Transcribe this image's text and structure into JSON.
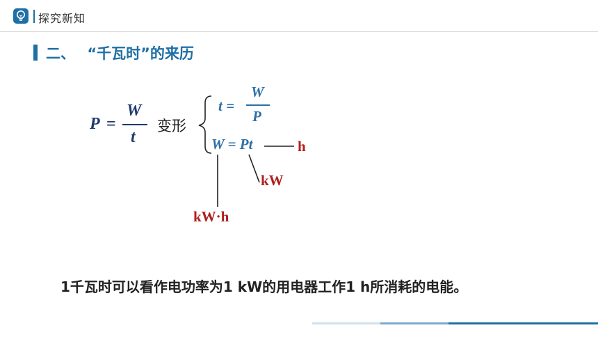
{
  "header": {
    "section_label": "探究新知",
    "icon": "lightbulb-icon",
    "accent": "#1e6fa5"
  },
  "section": {
    "number": "二、",
    "title": "“千瓦时”的来历"
  },
  "formula": {
    "lhs": "P",
    "eq": "=",
    "numerator": "W",
    "denominator": "t",
    "transform_label": "变形",
    "case1_lhs": "t =",
    "case1_num": "W",
    "case1_den": "P",
    "case2": "W = Pt"
  },
  "units": {
    "hour": "h",
    "power": "kW",
    "energy": "kW·h",
    "unit_color": "#b01e1e"
  },
  "note": "1千瓦时可以看作电功率为1 kW的用电器工作1 h所消耗的电能。"
}
